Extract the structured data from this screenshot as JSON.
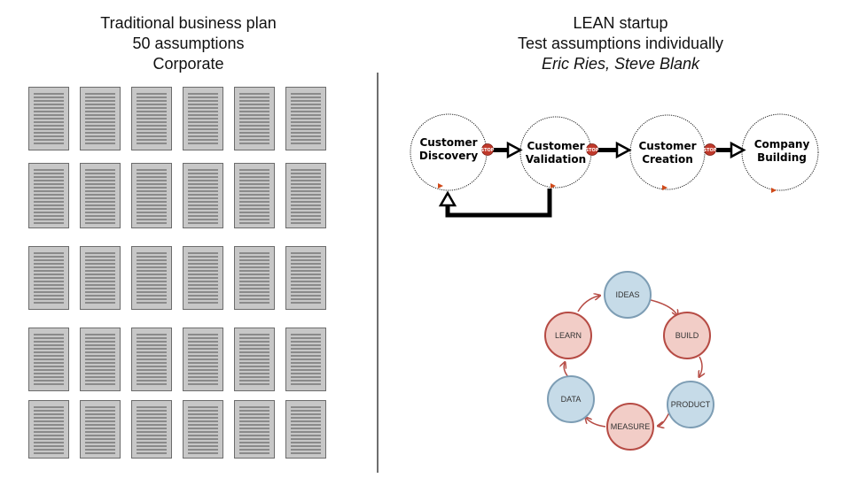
{
  "left": {
    "lines": [
      "Traditional business plan",
      "50 assumptions",
      "Corporate"
    ],
    "doc_rows": 5,
    "doc_cols": 6
  },
  "right": {
    "lines": [
      "LEAN startup",
      "Test assumptions individually"
    ],
    "authors": "Eric Ries, Steve Blank"
  },
  "process": {
    "steps": [
      {
        "line1": "Customer",
        "line2": "Discovery"
      },
      {
        "line1": "Customer",
        "line2": "Validation"
      },
      {
        "line1": "Customer",
        "line2": "Creation"
      },
      {
        "line1": "Company",
        "line2": "Building"
      }
    ],
    "stop_label": "STOP"
  },
  "cycle": {
    "nodes": [
      {
        "label": "IDEAS",
        "color": "blue"
      },
      {
        "label": "BUILD",
        "color": "red"
      },
      {
        "label": "PRODUCT",
        "color": "blue"
      },
      {
        "label": "MEASURE",
        "color": "red"
      },
      {
        "label": "DATA",
        "color": "blue"
      },
      {
        "label": "LEARN",
        "color": "red"
      }
    ]
  },
  "colors": {
    "blue_fill": "#c6dbe8",
    "blue_stroke": "#7d9db4",
    "red_fill": "#f2cdc7",
    "red_stroke": "#b64b44",
    "stop_fill": "#c0392b",
    "marker": "#d04a1a"
  }
}
